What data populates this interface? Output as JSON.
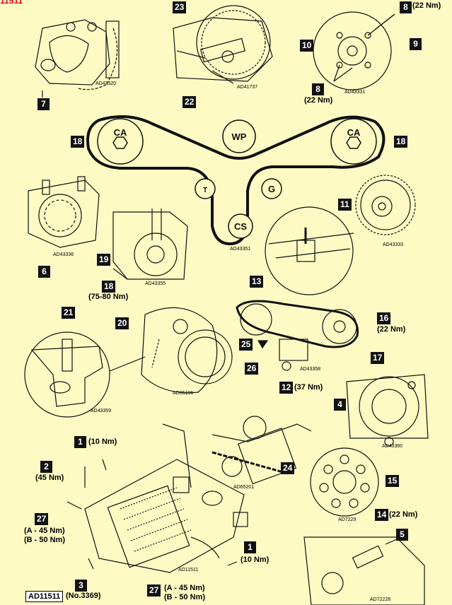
{
  "corner_label": "11511",
  "callouts": [
    {
      "n": "7"
    },
    {
      "n": "23"
    },
    {
      "n": "22"
    },
    {
      "n": "8a",
      "label": "8"
    },
    {
      "n": "10"
    },
    {
      "n": "9"
    },
    {
      "n": "8b",
      "label": "8"
    },
    {
      "n": "18a",
      "label": "18"
    },
    {
      "n": "18b",
      "label": "18"
    },
    {
      "n": "6"
    },
    {
      "n": "11"
    },
    {
      "n": "19"
    },
    {
      "n": "18c",
      "label": "18"
    },
    {
      "n": "13"
    },
    {
      "n": "21"
    },
    {
      "n": "20"
    },
    {
      "n": "16"
    },
    {
      "n": "25"
    },
    {
      "n": "26"
    },
    {
      "n": "17"
    },
    {
      "n": "12"
    },
    {
      "n": "4"
    },
    {
      "n": "1a",
      "label": "1"
    },
    {
      "n": "2"
    },
    {
      "n": "24"
    },
    {
      "n": "15"
    },
    {
      "n": "27a",
      "label": "27"
    },
    {
      "n": "14"
    },
    {
      "n": "5"
    },
    {
      "n": "1b",
      "label": "1"
    },
    {
      "n": "3"
    },
    {
      "n": "27b",
      "label": "27"
    }
  ],
  "torques": {
    "t8a": "(22 Nm)",
    "t8b": "(22 Nm)",
    "t18c": "(75-80 Nm)",
    "t16": "(22 Nm)",
    "t12": "(37 Nm)",
    "t1a": "(10 Nm)",
    "t2": "(45 Nm)",
    "t14": "(22 Nm)",
    "t27a_a": "(A - 45 Nm)",
    "t27a_b": "(B - 50 Nm)",
    "t1b": "(10 Nm)",
    "t3": "(No.3369)",
    "t27b_a": "(A - 45 Nm)",
    "t27b_b": "(B - 50 Nm)"
  },
  "belt_pulleys": {
    "ca_left": "CA",
    "ca_right": "CA",
    "wp": "WP",
    "tensioner": "T",
    "g": "G",
    "cs": "CS"
  },
  "refs": {
    "r1": "AD43320",
    "r2": "AD41737",
    "r3": "AD43331",
    "r4": "AD43351",
    "r5": "AD43336",
    "r6": "AD43355",
    "r7": "AD43333",
    "r8": "AD43358",
    "r9": "AD43359",
    "r10": "AD65196",
    "r11": "AD43360",
    "r12": "AD65201",
    "r13": "AD7229",
    "r14": "AD11511",
    "r15": "AD72228"
  },
  "footer_code": "AD11511"
}
